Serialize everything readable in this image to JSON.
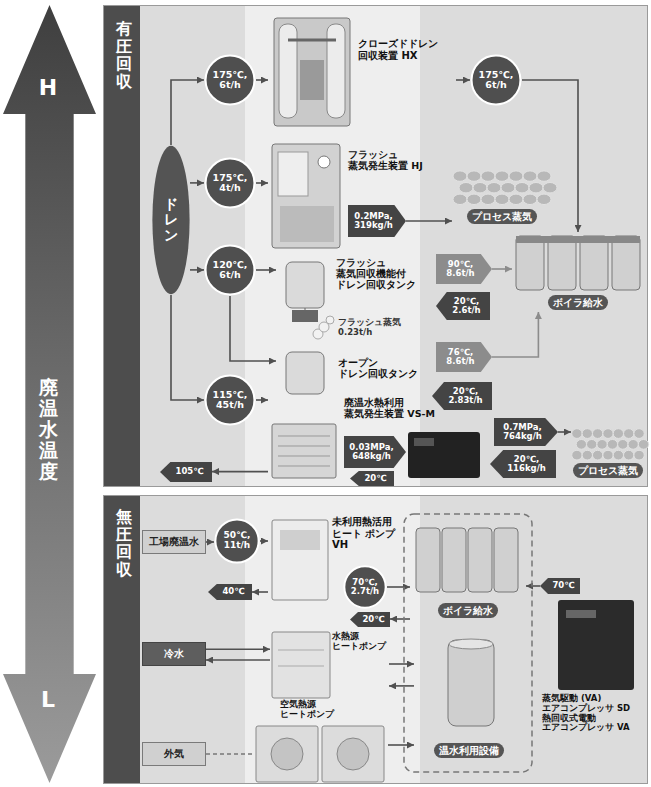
{
  "diagram": {
    "nodes": [
      {
        "text": [
          "H",
          "廃温水温度",
          "L"
        ]
      },
      {
        "text": [
          "有圧回収"
        ]
      },
      {
        "text": [
          "ドレン"
        ],
        "in": 1
      },
      {
        "text": [
          "175℃, 6t/h"
        ],
        "in": 1
      },
      {
        "text": [
          "175℃, 4t/h"
        ],
        "in": 1
      },
      {
        "text": [
          "120℃, 6t/h"
        ],
        "in": 1
      },
      {
        "text": [
          "115℃, 45t/h"
        ],
        "in": 1
      },
      {
        "text": [
          "クローズドドレン 回収装置 HX"
        ],
        "in": 1
      },
      {
        "text": [
          "175℃, 6t/h"
        ],
        "in": 1
      },
      {
        "text": [
          "フラッシュ 蒸気発生装置 HJ"
        ],
        "in": 1
      },
      {
        "text": [
          "0.2MPa, 319kg/h"
        ],
        "in": 1
      },
      {
        "text": [
          "プロセス蒸気"
        ],
        "in": 1
      },
      {
        "text": [
          "ボイラ給水"
        ],
        "in": 1
      },
      {
        "text": [
          "フラッシュ 蒸気回収機能付 ドレン回収タンク"
        ],
        "in": 1
      },
      {
        "text": [
          "90℃, 8.6t/h"
        ],
        "in": 1
      },
      {
        "text": [
          "20℃, 2.6t/h"
        ],
        "in": 1
      },
      {
        "text": [
          "オープン ドレン回収タンク"
        ],
        "in": 1
      },
      {
        "text": [
          "76℃, 8.6t/h"
        ],
        "in": 1
      },
      {
        "text": [
          "20℃, 2.83t/h"
        ],
        "in": 1
      },
      {
        "text": [
          "廃温水熱利用 蒸気発生装置 VS-M"
        ],
        "in": 1
      },
      {
        "text": [
          "0.03MPa, 648kg/h"
        ],
        "in": 1
      },
      {
        "text": [
          "0.7MPa, 764kg/h"
        ],
        "in": 1
      },
      {
        "text": [
          "20℃, 116kg/h"
        ],
        "in": 1
      },
      {
        "text": [
          "プロセス蒸気"
        ],
        "in": 1
      },
      {
        "text": [
          "20℃"
        ],
        "in": 1
      },
      {
        "text": [
          "105℃"
        ],
        "in": 1
      },
      {
        "text": [
          "無圧回収"
        ]
      },
      {
        "text": [
          "工場廃温水"
        ],
        "in": 26
      },
      {
        "text": [
          "50℃, 11t/h"
        ],
        "in": 26
      },
      {
        "text": [
          "未利用熱活用 ヒート ポンプ VH"
        ],
        "in": 26
      },
      {
        "text": [
          "40℃"
        ],
        "in": 26
      },
      {
        "text": [
          "70℃, 2.7t/h"
        ],
        "in": 26
      },
      {
        "text": [
          "20℃"
        ],
        "in": 26
      },
      {
        "text": [
          "ボイラ給水"
        ],
        "in": 26
      },
      {
        "text": [
          "温水利用設備"
        ],
        "in": 26
      },
      {
        "text": [
          "70℃"
        ],
        "in": 26
      },
      {
        "text": [
          "蒸気駆動 (VA) エアコンプレッサ SD 熱回収式電動 エアコンプレッサ VA"
        ],
        "in": 26
      },
      {
        "text": [
          "冷水"
        ],
        "in": 26
      },
      {
        "text": [
          "水熱源 ヒートポンプ"
        ],
        "in": 26
      },
      {
        "text": [
          "外気"
        ],
        "in": 26
      },
      {
        "text": [
          "空気熱源 ヒートポンプ"
        ],
        "in": 26
      }
    ],
    "edges": [
      {
        "from": 2,
        "to": 3,
        "arrow": "to"
      },
      {
        "from": 2,
        "to": 4,
        "arrow": "to"
      },
      {
        "from": 2,
        "to": 5,
        "arrow": "to"
      },
      {
        "from": 2,
        "to": 6,
        "arrow": "to"
      },
      {
        "from": 3,
        "to": 7,
        "arrow": "to"
      },
      {
        "from": 4,
        "to": 9,
        "arrow": "to"
      },
      {
        "from": 5,
        "to": 13,
        "arrow": "to"
      },
      {
        "from": 5,
        "to": 16,
        "arrow": "to"
      },
      {
        "from": 6,
        "to": 19,
        "arrow": "to"
      },
      {
        "from": 7,
        "to": 8,
        "arrow": "to"
      },
      {
        "from": 8,
        "to": 12,
        "arrow": "to"
      },
      {
        "from": 10,
        "to": 11,
        "arrow": "to"
      },
      {
        "from": 14,
        "to": 12,
        "arrow": "to"
      },
      {
        "from": 17,
        "to": 12,
        "arrow": "to"
      },
      {
        "from": 19,
        "to": 25,
        "arrow": "to"
      },
      {
        "from": 21,
        "to": 23,
        "arrow": "to"
      },
      {
        "from": 27,
        "to": 28,
        "arrow": "to"
      },
      {
        "from": 28,
        "to": 29,
        "arrow": "to"
      },
      {
        "from": 29,
        "to": 30,
        "arrow": "to"
      },
      {
        "from": 31,
        "to": 33,
        "arrow": "to"
      },
      {
        "from": 33,
        "to": 32,
        "arrow": "to"
      },
      {
        "from": 35,
        "to": 33,
        "arrow": "to"
      },
      {
        "from": 37,
        "to": 38,
        "arrow": "to"
      },
      {
        "from": 38,
        "to": 37,
        "arrow": "to"
      },
      {
        "from": 38,
        "to": 34,
        "arrow": "to"
      },
      {
        "from": 34,
        "to": 38,
        "arrow": "to"
      },
      {
        "from": 39,
        "to": 40,
        "arrow": "none"
      },
      {
        "from": 40,
        "to": 34,
        "arrow": "to"
      }
    ],
    "labels": [
      "フラッシュ蒸気 0.23t/h"
    ]
  }
}
